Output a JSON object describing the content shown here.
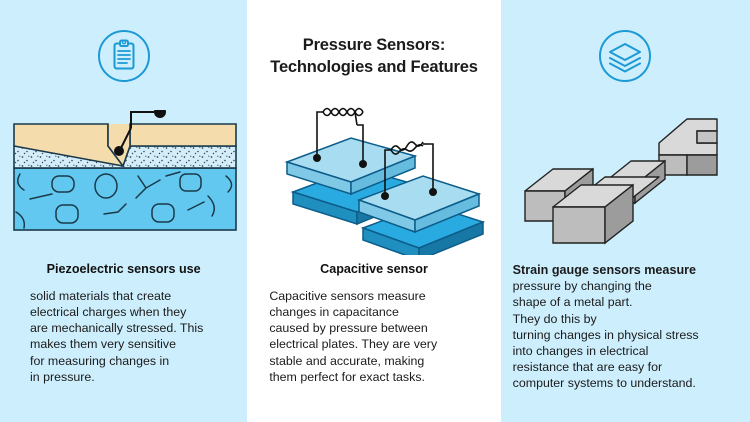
{
  "title": {
    "line1": "Pressure Sensors:",
    "line2": "Technologies and Features"
  },
  "colors": {
    "panel_background": "#cdeefc",
    "panel_background_center": "#ffffff",
    "icon_accent": "#1c9ad6",
    "plate_light": "#a8dcf0",
    "plate_dark": "#29abe2",
    "piezo_top_layer": "#f5dcad",
    "piezo_mid_layer": "#cfe9f7",
    "piezo_base_layer": "#63c8ef",
    "metal_light": "#d9d9d9",
    "metal_mid": "#bdbdbd",
    "metal_dark": "#9c9c9c",
    "outline": "#1a3a4a",
    "text": "#1b1b1b"
  },
  "columns": [
    {
      "id": "piezoelectric",
      "icon_name": "clipboard-icon",
      "heading": "Piezoelectric sensors use",
      "body": "solid materials that create\nelectrical charges when they\nare mechanically stressed. This\nmakes them very sensitive\nfor measuring changes in\nin pressure."
    },
    {
      "id": "capacitive",
      "icon_name": "title-block",
      "heading": "Capacitive sensor",
      "body": "Capacitive sensors measure\nchanges in capacitance\ncaused by pressure between\nelectrical plates. They are very\nstable and accurate, making\nthem perfect for exact tasks."
    },
    {
      "id": "strain-gauge",
      "icon_name": "layers-icon",
      "heading": "Strain gauge sensors measure",
      "body": "pressure by changing the\nshape of a metal part.\nThey do this by\nturning changes in physical stress\ninto changes in electrical\nresistance that are easy for\ncomputer systems to understand."
    }
  ]
}
